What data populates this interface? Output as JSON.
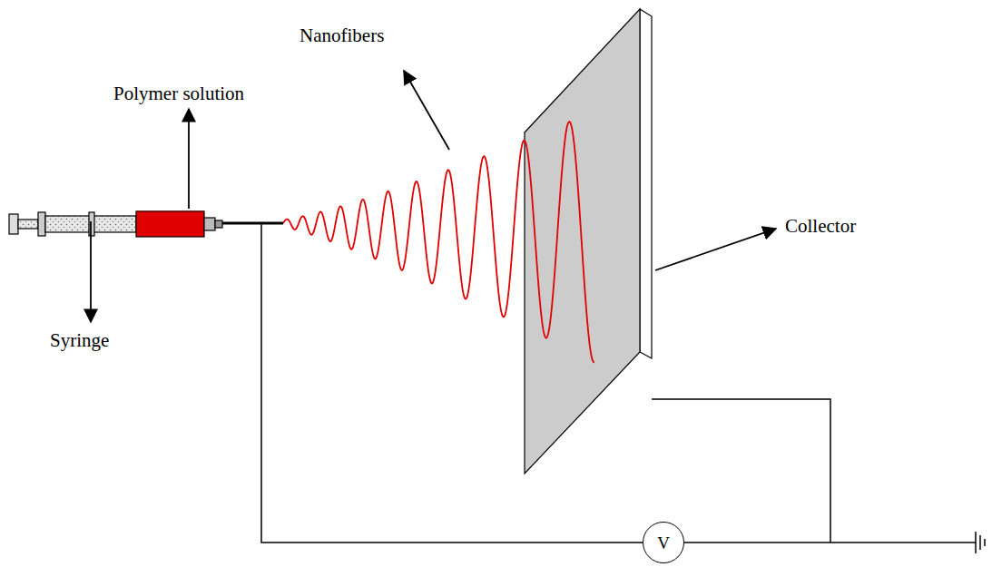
{
  "diagram": {
    "nodes": [
      {
        "text": [
          "V"
        ]
      }
    ],
    "labels": [
      "Nanofibers",
      "Polymer solution",
      "Collector",
      "Syringe"
    ]
  }
}
